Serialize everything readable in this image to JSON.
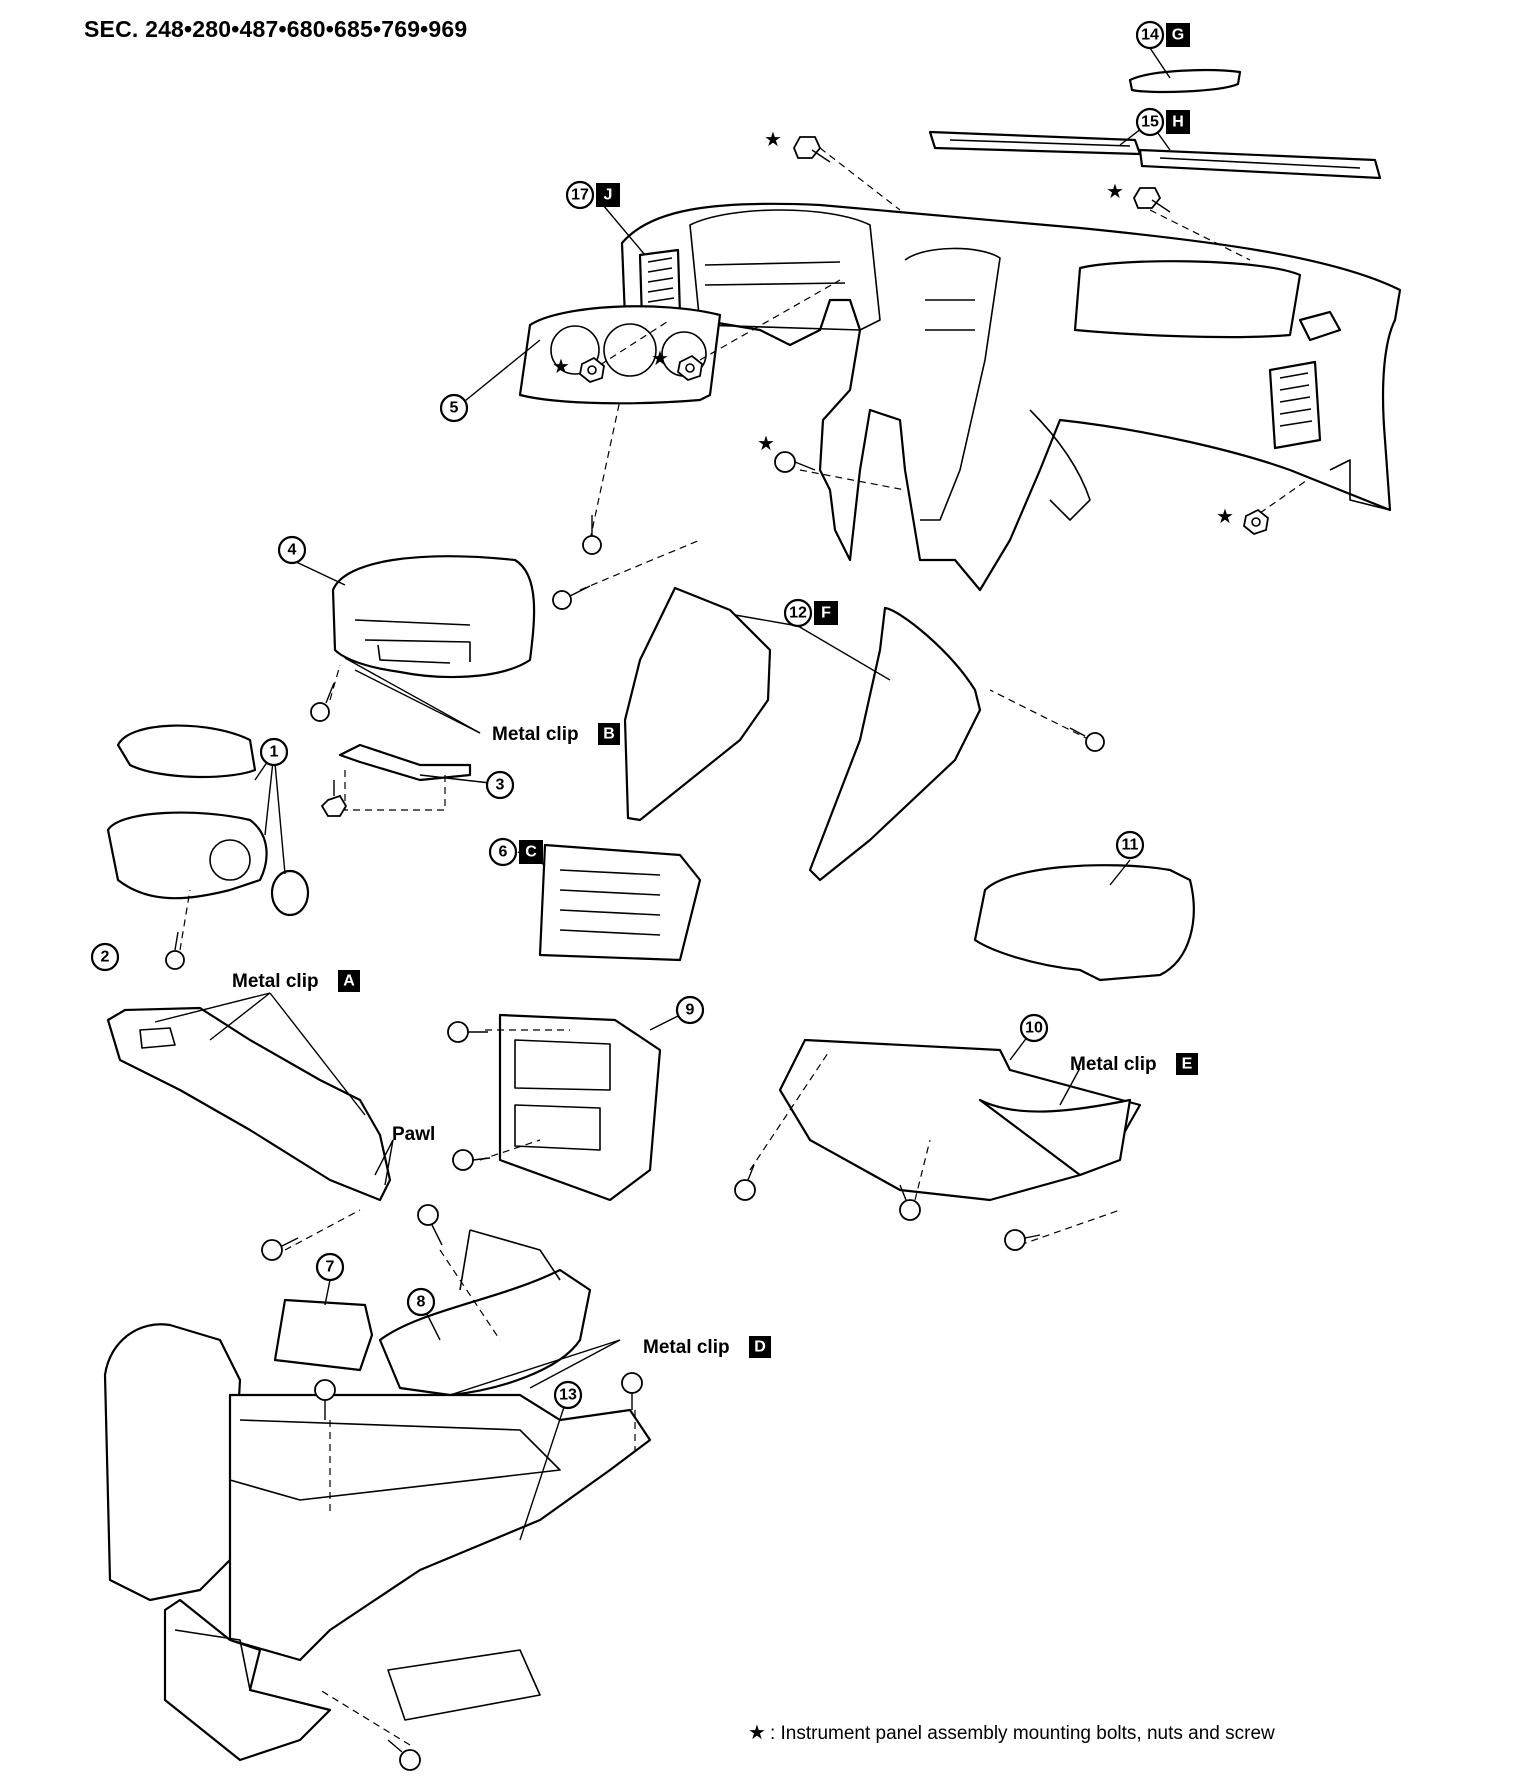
{
  "header": {
    "section_title": "SEC. 248•280•487•680•685•769•969"
  },
  "callouts": [
    {
      "num": "1"
    },
    {
      "num": "2"
    },
    {
      "num": "3"
    },
    {
      "num": "4"
    },
    {
      "num": "5"
    },
    {
      "num": "6",
      "letter": "C"
    },
    {
      "num": "7"
    },
    {
      "num": "8"
    },
    {
      "num": "9"
    },
    {
      "num": "10"
    },
    {
      "num": "11"
    },
    {
      "num": "12",
      "letter": "F"
    },
    {
      "num": "13"
    },
    {
      "num": "14",
      "letter": "G"
    },
    {
      "num": "15",
      "letter": "H"
    },
    {
      "num": "17",
      "letter": "J"
    }
  ],
  "labels": {
    "metal_clip_a": {
      "text": "Metal clip",
      "letter": "A"
    },
    "metal_clip_b": {
      "text": "Metal clip",
      "letter": "B"
    },
    "metal_clip_d": {
      "text": "Metal clip",
      "letter": "D"
    },
    "metal_clip_e": {
      "text": "Metal clip",
      "letter": "E"
    },
    "pawl": {
      "text": "Pawl"
    }
  },
  "star_symbol": "★",
  "legend": {
    "symbol": "★",
    "text": ": Instrument panel assembly mounting bolts, nuts and screw"
  }
}
